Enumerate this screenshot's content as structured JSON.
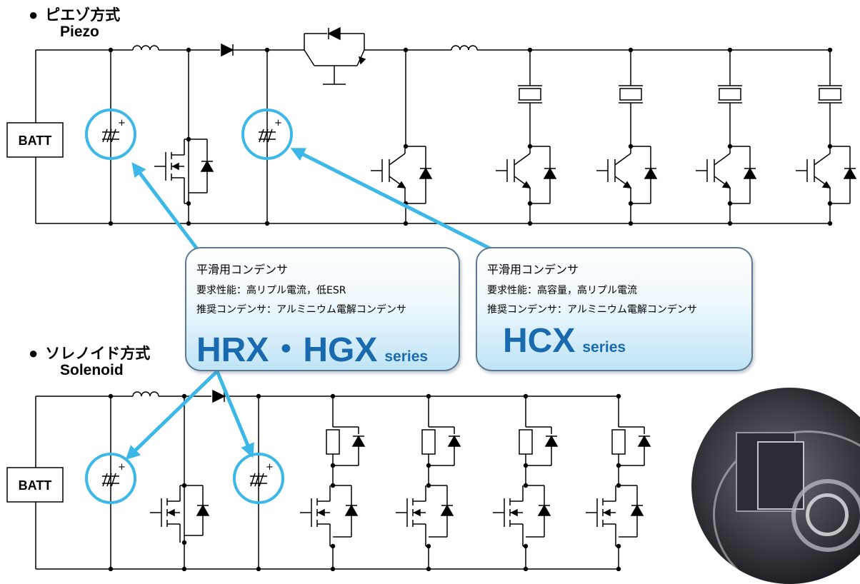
{
  "sections": {
    "piezo": {
      "title_jp": "ピエゾ方式",
      "title_en": "Piezo",
      "batt_label": "BATT"
    },
    "solenoid": {
      "title_jp": "ソレノイド方式",
      "title_en": "Solenoid",
      "batt_label": "BATT"
    }
  },
  "callouts": [
    {
      "title": "平滑用コンデンサ",
      "requirement": "要求性能：高リプル電流，低ESR",
      "recommended": "推奨コンデンサ：アルミニウム電解コンデンサ",
      "series_name": "HRX・HGX",
      "series_suffix": "series"
    },
    {
      "title": "平滑用コンデンサ",
      "requirement": "要求性能：高容量，高リプル電流",
      "recommended": "推奨コンデンサ：アルミニウム電解コンデンサ",
      "series_name": "HCX",
      "series_suffix": "series"
    }
  ],
  "colors": {
    "highlight": "#3cb8e8",
    "series_text": "#1a6ab0",
    "wire": "#000000"
  },
  "bullet_symbol": "●",
  "capacitor_plus": "+"
}
